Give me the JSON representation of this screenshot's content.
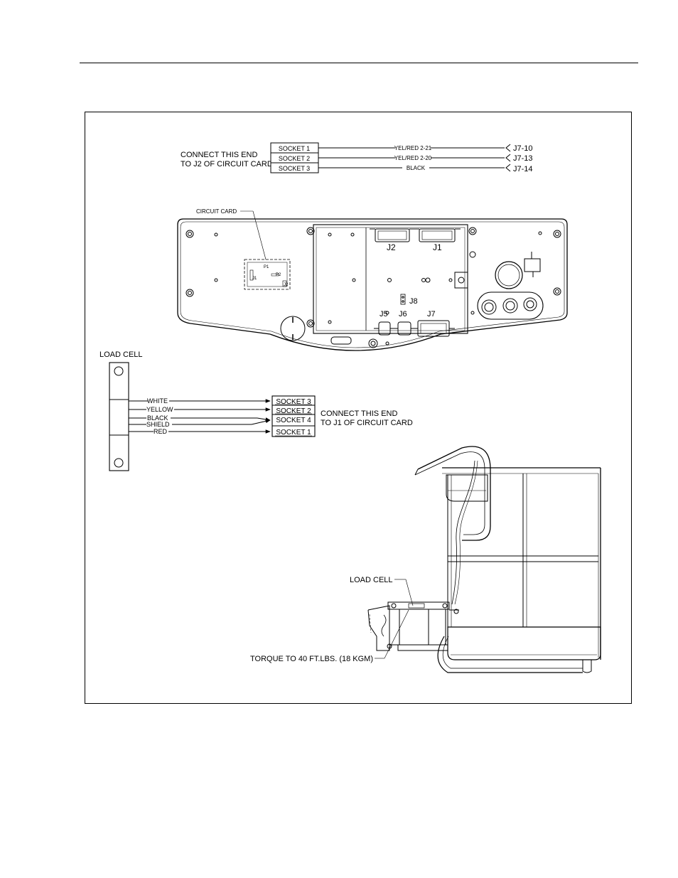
{
  "figure": {
    "j2_harness": {
      "note_line1": "CONNECT THIS END",
      "note_line2": "TO J2 OF CIRCUIT CARD",
      "sockets": [
        "SOCKET 1",
        "SOCKET 2",
        "SOCKET 3"
      ],
      "wires": [
        "YEL/RED 2-21",
        "YEL/RED 2-20",
        "BLACK"
      ],
      "terminals": [
        "J7-10",
        "J7-13",
        "J7-14"
      ]
    },
    "control_box": {
      "callout": "CIRCUIT CARD",
      "card_marks": [
        "P1",
        "P2",
        "J1",
        "J2"
      ],
      "connectors_top": [
        "J2",
        "J1"
      ],
      "jumper": "J8",
      "connectors_bottom": [
        "J5",
        "J6",
        "J7"
      ]
    },
    "load_cell_harness": {
      "title": "LOAD CELL",
      "wires": [
        "WHITE",
        "YELLOW",
        "BLACK",
        "SHIELD",
        "RED"
      ],
      "sockets": [
        "SOCKET 3",
        "SOCKET 2",
        "SOCKET 4",
        "SOCKET 1"
      ],
      "note_line1": "CONNECT THIS END",
      "note_line2": "TO J1 OF CIRCUIT CARD"
    },
    "platform": {
      "load_cell_label": "LOAD CELL",
      "torque_label": "TORQUE TO 40 FT.LBS. (18 KGM)"
    }
  },
  "colors": {
    "ink": "#000000",
    "paper": "#ffffff"
  }
}
